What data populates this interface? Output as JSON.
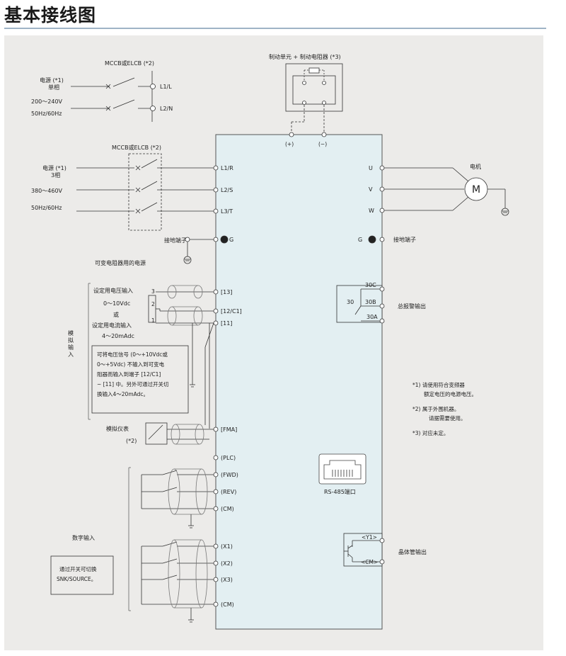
{
  "title": "基本接线图",
  "top_mccb": "MCCB或ELCB (*2)",
  "src1": {
    "l1": "电源 (*1)",
    "l2": "单相",
    "l3": "200～240V",
    "l4": "50Hz/60Hz"
  },
  "term_l1l": "L1/L",
  "term_l2n": "L2/N",
  "brake_unit": "制动单元 + 制动电阻器 (*3)",
  "plus": "(+)",
  "minus": "(−)",
  "mid_mccb": "MCCB或ELCB (*2)",
  "src3": {
    "l1": "电源 (*1)",
    "l2": "3相",
    "l3": "380～460V",
    "l4": "50Hz/60Hz"
  },
  "term_l1r": "L1/R",
  "term_l2s": "L2/S",
  "term_l3t": "L3/T",
  "ground_left": "接地端子",
  "term_g": "G",
  "pot_supply": "可变电阻器用的电源",
  "set_voltage": "设定用电压输入",
  "v_range": "0～10Vdc",
  "or": "或",
  "set_current": "设定用电流输入",
  "i_range": "4～20mAdc",
  "pot_pins": [
    "3",
    "2",
    "1"
  ],
  "term_13": "[13]",
  "term_12c1": "[12/C1]",
  "term_11": "[11]",
  "analog_in": "模拟输入",
  "note_box": [
    "可将电压信号 (0～+10Vdc或",
    "0～+5Vdc) 不输入到可变电",
    "阻器而输入到端子 [12/C1]",
    "~ [11] 中。另外可通过开关切",
    "换输入4～20mAdc。"
  ],
  "meter": "模拟仪表",
  "meter_note": "(*2)",
  "term_fma": "[FMA]",
  "term_plc": "(PLC)",
  "term_fwd": "(FWD)",
  "term_rev": "(REV)",
  "term_cm1": "(CM)",
  "digital_in": "数字输入",
  "snk_box": [
    "通过开关可切换",
    "SNK/SOURCE。"
  ],
  "term_x1": "(X1)",
  "term_x2": "(X2)",
  "term_x3": "(X3)",
  "term_cm2": "(CM)",
  "motor_label": "电机",
  "motor_m": "M",
  "term_u": "U",
  "term_v": "V",
  "term_w": "W",
  "term_g_right": "G",
  "ground_right": "接地端子",
  "relay": {
    "c30c": "30C",
    "c30b": "30B",
    "c30a": "30A",
    "c30": "30",
    "label": "总报警输出"
  },
  "notes": [
    "*1) 请使用符合变频器",
    "额定电压的电源电压。",
    "*2) 属于外围机器。",
    "请据需要使用。",
    "*3) 对应未定。"
  ],
  "rs485": "RS-485端口",
  "y1": "<Y1>",
  "cm_out": "<CM>",
  "transistor_out": "晶体管输出"
}
